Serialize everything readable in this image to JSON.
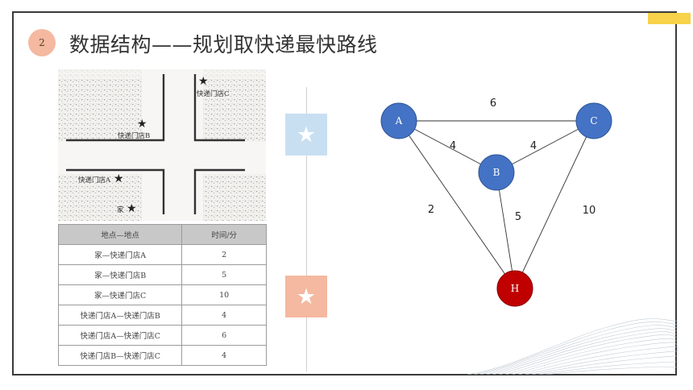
{
  "header": {
    "number": "2",
    "title": "数据结构——规划取快递最快路线"
  },
  "map": {
    "labels": [
      "快递门店C",
      "快递门店B",
      "快递门店A",
      "家"
    ]
  },
  "table": {
    "headers": [
      "地点—地点",
      "时间/分"
    ],
    "rows": [
      {
        "route": "家—快递门店A",
        "time": "2"
      },
      {
        "route": "家—快递门店B",
        "time": "5"
      },
      {
        "route": "家—快递门店C",
        "time": "10"
      },
      {
        "route": "快递门店A—快递门店B",
        "time": "4"
      },
      {
        "route": "快递门店A—快递门店C",
        "time": "6"
      },
      {
        "route": "快递门店B—快递门店C",
        "time": "4"
      }
    ]
  },
  "markers": {
    "blue_icon": "star-icon",
    "blue_glyph": "★",
    "salmon_icon": "star-icon",
    "salmon_glyph": "★"
  },
  "graph": {
    "nodes": [
      "A",
      "B",
      "C",
      "H"
    ],
    "edges": [
      {
        "from": "A",
        "to": "C",
        "weight": "6"
      },
      {
        "from": "A",
        "to": "B",
        "weight": "4"
      },
      {
        "from": "B",
        "to": "C",
        "weight": "4"
      },
      {
        "from": "A",
        "to": "H",
        "weight": "2"
      },
      {
        "from": "B",
        "to": "H",
        "weight": "5"
      },
      {
        "from": "C",
        "to": "H",
        "weight": "10"
      }
    ],
    "colors": {
      "node_blue": "#4472c4",
      "node_red": "#c00000"
    }
  },
  "colors": {
    "accent_yellow": "#f7d24a",
    "accent_salmon": "#f4b9a0",
    "accent_blue": "#c8dff2"
  }
}
